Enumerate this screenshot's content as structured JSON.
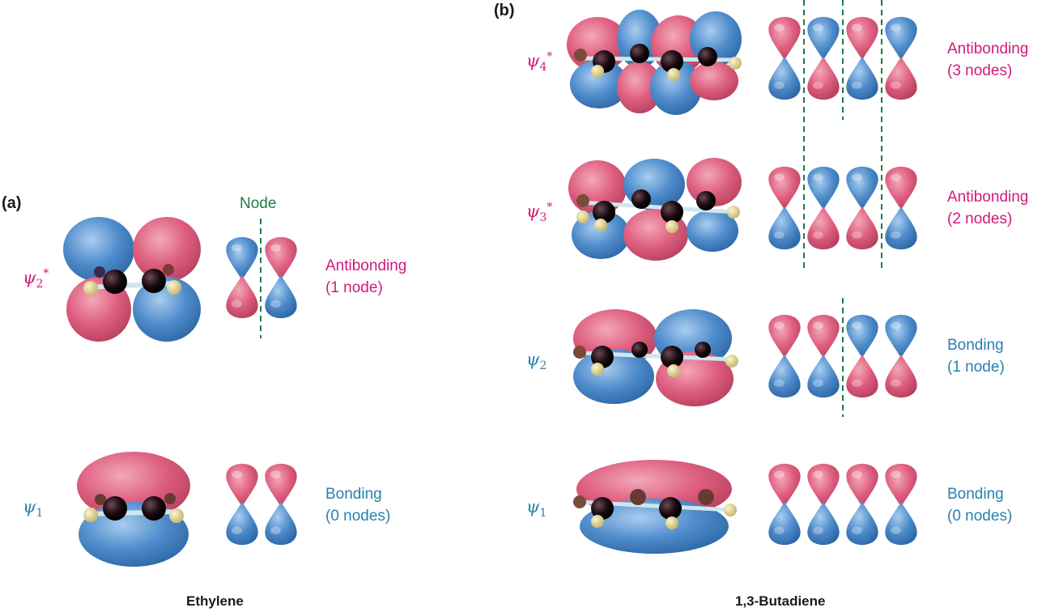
{
  "panels": {
    "a": {
      "label": "(a)",
      "caption": "Ethylene",
      "node_label": "Node"
    },
    "b": {
      "label": "(b)",
      "caption": "1,3-Butadiene"
    }
  },
  "orbitals": {
    "ethylene_psi2": {
      "symbol": "ψ",
      "sub": "2",
      "star": "*",
      "line1": "Antibonding",
      "line2": "(1 node)"
    },
    "ethylene_psi1": {
      "symbol": "ψ",
      "sub": "1",
      "star": "",
      "line1": "Bonding",
      "line2": "(0 nodes)"
    },
    "butadiene_psi4": {
      "symbol": "ψ",
      "sub": "4",
      "star": "*",
      "line1": "Antibonding",
      "line2": "(3 nodes)"
    },
    "butadiene_psi3": {
      "symbol": "ψ",
      "sub": "3",
      "star": "*",
      "line1": "Antibonding",
      "line2": "(2 nodes)"
    },
    "butadiene_psi2": {
      "symbol": "ψ",
      "sub": "2",
      "star": "",
      "line1": "Bonding",
      "line2": "(1 node)"
    },
    "butadiene_psi1": {
      "symbol": "ψ",
      "sub": "1",
      "star": "",
      "line1": "Bonding",
      "line2": "(0 nodes)"
    }
  },
  "colors": {
    "antibonding": "#d4187a",
    "bonding": "#2a7fb0",
    "node": "#1f7a4a",
    "lobe_pink": "#e0607f",
    "lobe_blue": "#4a86c4"
  }
}
